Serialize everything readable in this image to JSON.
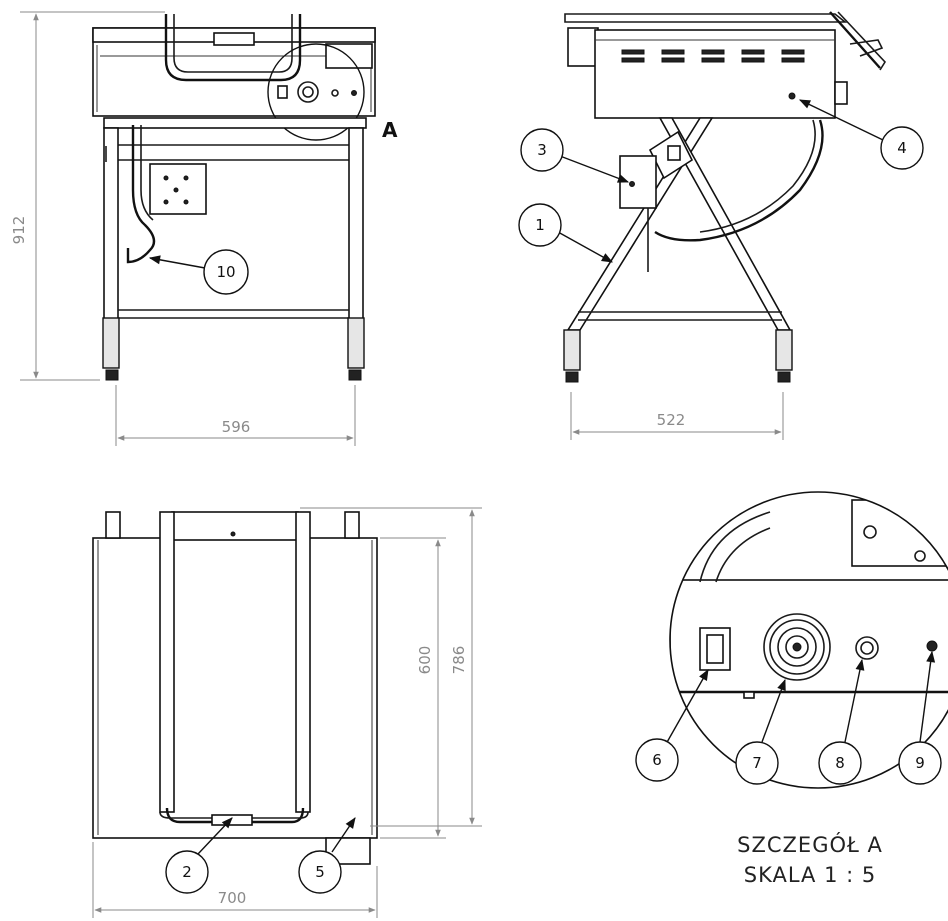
{
  "dimensions": {
    "front_height": "912",
    "front_width": "596",
    "side_width": "522",
    "top_depth_inner": "600",
    "top_depth_outer": "786",
    "top_width": "700"
  },
  "callouts": [
    "1",
    "2",
    "3",
    "4",
    "5",
    "6",
    "7",
    "8",
    "9",
    "10"
  ],
  "detail_marker": "A",
  "detail_title": "SZCZEGÓŁ A",
  "detail_scale": "SKALA 1 : 5"
}
